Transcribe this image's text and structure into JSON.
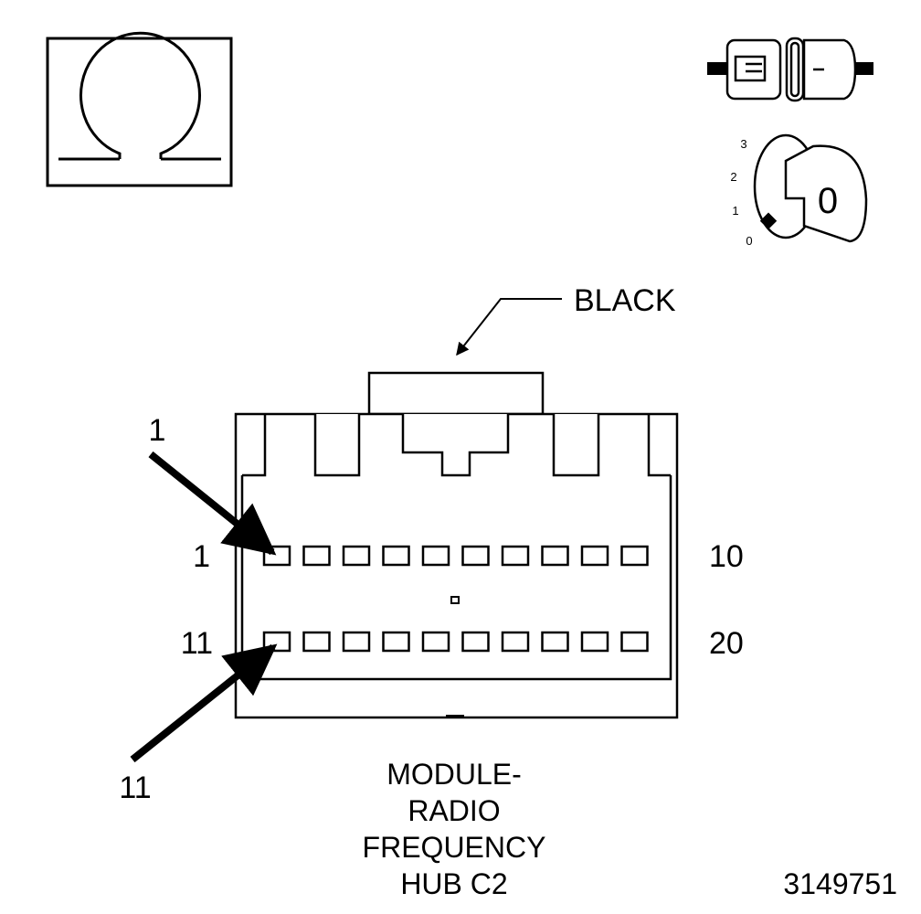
{
  "connector": {
    "color_label": "BLACK",
    "title_lines": [
      "MODULE-",
      "RADIO",
      "FREQUENCY",
      "HUB C2"
    ],
    "row1_start": "1",
    "row1_end": "10",
    "row2_start": "11",
    "row2_end": "20",
    "callout_pin_1": "1",
    "callout_pin_11": "11"
  },
  "symbols": {
    "resistance": "ohm-icon",
    "disconnect": "connector-disconnect-icon",
    "ignition": "ignition-key-icon"
  },
  "ignition": {
    "positions": [
      "3",
      "2",
      "1",
      "0"
    ],
    "key_label": "0"
  },
  "figure_id": "3149751"
}
